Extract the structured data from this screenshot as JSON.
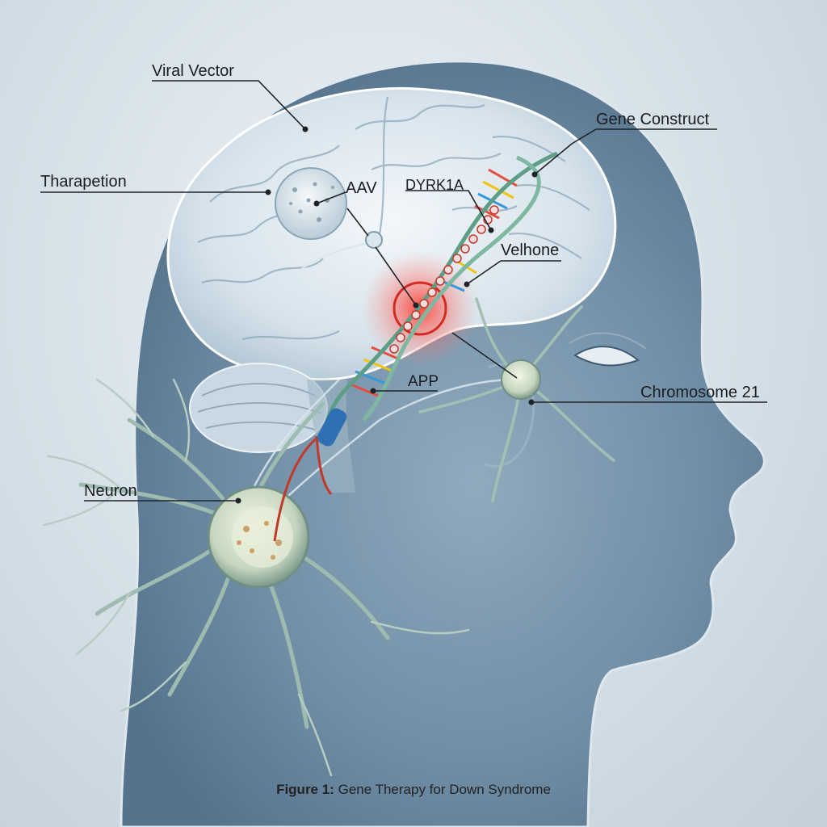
{
  "labels": {
    "viral_vector": "Viral Vector",
    "tharapetion": "Tharapetion",
    "aav": "AAV",
    "dyrk1a": "DYRK1A",
    "gene_construct": "Gene Construct",
    "velhone": "Velhone",
    "app": "APP",
    "chromosome_21": "Chromosome 21",
    "neuron": "Neuron"
  },
  "caption": {
    "prefix": "Figure 1:",
    "text": "Gene Therapy for Down Syndrome"
  },
  "colors": {
    "background": "#d9e3ea",
    "head": "#5f7f99",
    "brain": "#e4edf4",
    "highlight": "#e8302c",
    "dna_strand": "#5e9e86",
    "neuron": "#8fb0a4"
  }
}
